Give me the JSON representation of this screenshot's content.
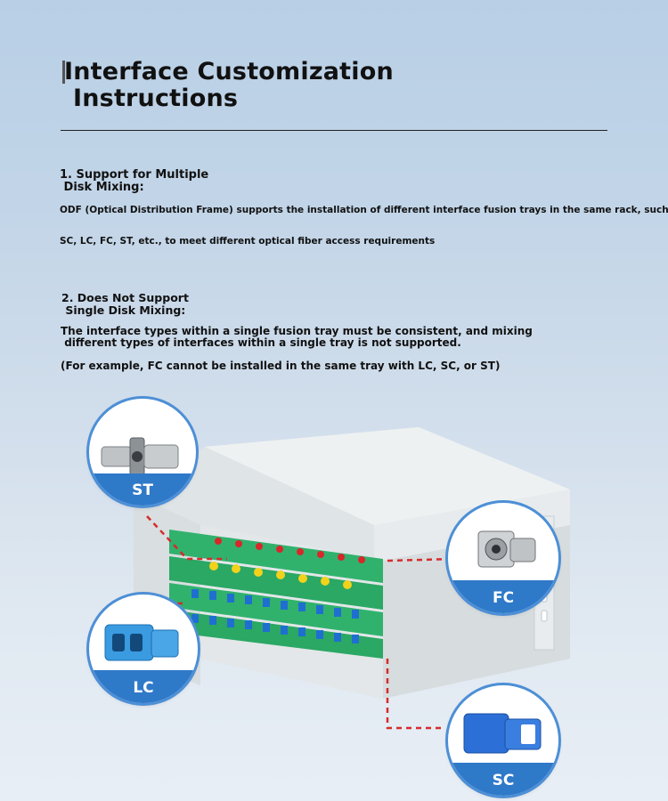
{
  "header": {
    "title_line1": "Interface Customization",
    "title_line2": "Instructions"
  },
  "section1": {
    "heading_line1": "1. Support for Multiple",
    "heading_line2": "Disk Mixing:",
    "text_line1": "ODF (Optical Distribution Frame) supports the installation of different interface fusion trays in the same rack, such",
    "text_line2": "SC, LC, FC, ST, etc., to meet different optical fiber access requirements"
  },
  "section2": {
    "heading_line1": "2. Does Not Support",
    "heading_line2": "Single Disk Mixing:",
    "text_line1": "The interface types within a single fusion tray must be consistent, and mixing",
    "text_line2": "different types of interfaces within a single tray is not supported.",
    "example": "(For example, FC cannot be installed in the same tray with LC, SC, or ST)"
  },
  "callouts": {
    "st": "ST",
    "fc": "FC",
    "lc": "LC",
    "sc": "SC"
  },
  "colors": {
    "accent_blue": "#2f79c9",
    "tray_green": "#2fb36c",
    "connector_red": "#d9262b",
    "connector_yellow": "#f2d21b",
    "connector_blue": "#1f6fd1",
    "dashed_line": "#d62b2b"
  }
}
